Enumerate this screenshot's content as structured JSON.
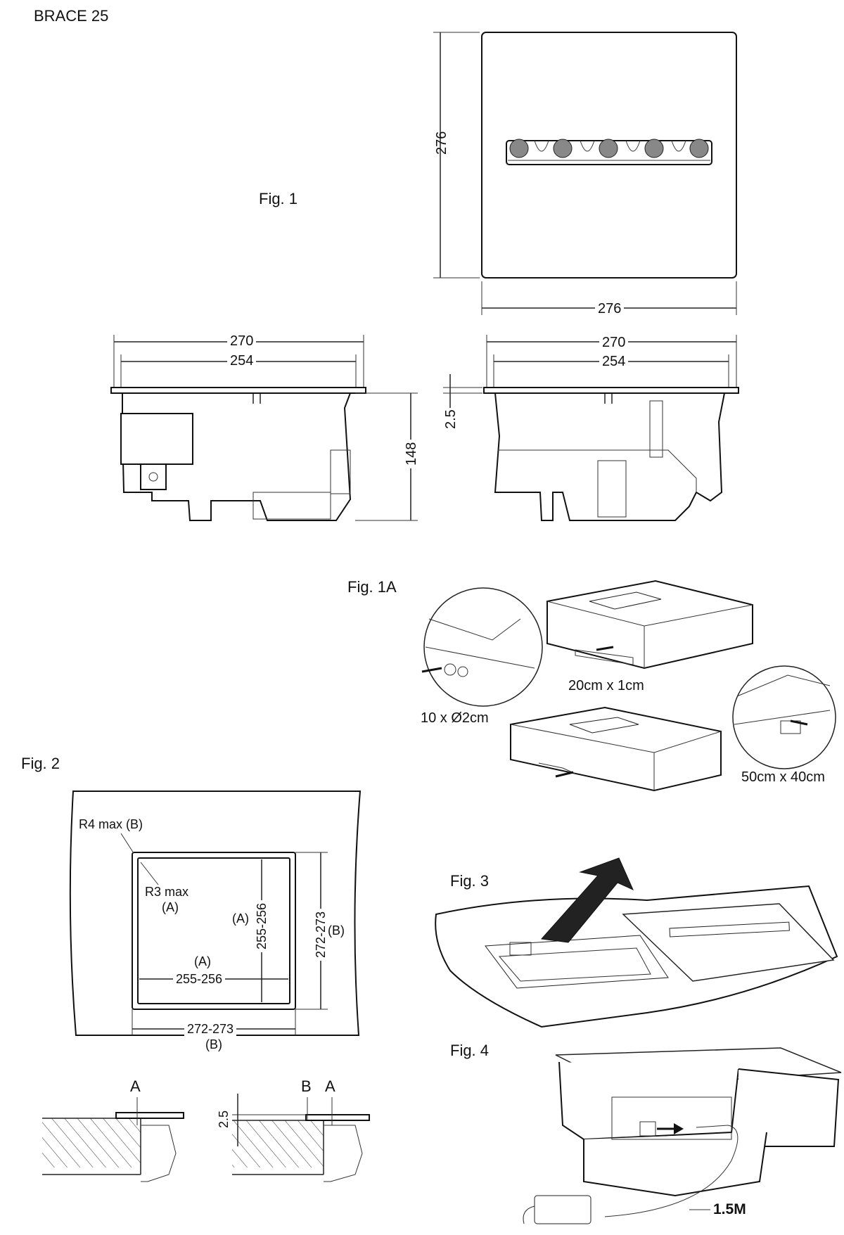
{
  "header": {
    "title": "BRACE 25"
  },
  "fig1": {
    "label": "Fig. 1",
    "top_view": {
      "height": "276",
      "width": "276"
    },
    "left_view": {
      "overall": "270",
      "inner": "254",
      "height": "148"
    },
    "right_view": {
      "overall": "270",
      "inner": "254",
      "flange": "2.5"
    }
  },
  "fig1a": {
    "label": "Fig. 1A",
    "holes": "10 x Ø2cm",
    "slot": "20cm x 1cm",
    "opening": "50cm x 40cm"
  },
  "fig2": {
    "label": "Fig. 2",
    "r4": "R4 max (B)",
    "r3": "R3 max",
    "r3_a": "(A)",
    "inner_v": "255-256",
    "inner_v_a": "(A)",
    "outer_v": "272-273",
    "outer_v_b": "(B)",
    "inner_h_a": "(A)",
    "inner_h": "255-256",
    "outer_h": "272-273",
    "outer_h_b": "(B)",
    "sec1_a": "A",
    "sec2_b": "B",
    "sec2_a": "A",
    "sec2_dim": "2.5"
  },
  "fig3": {
    "label": "Fig. 3"
  },
  "fig4": {
    "label": "Fig. 4",
    "cable": "1.5M"
  }
}
